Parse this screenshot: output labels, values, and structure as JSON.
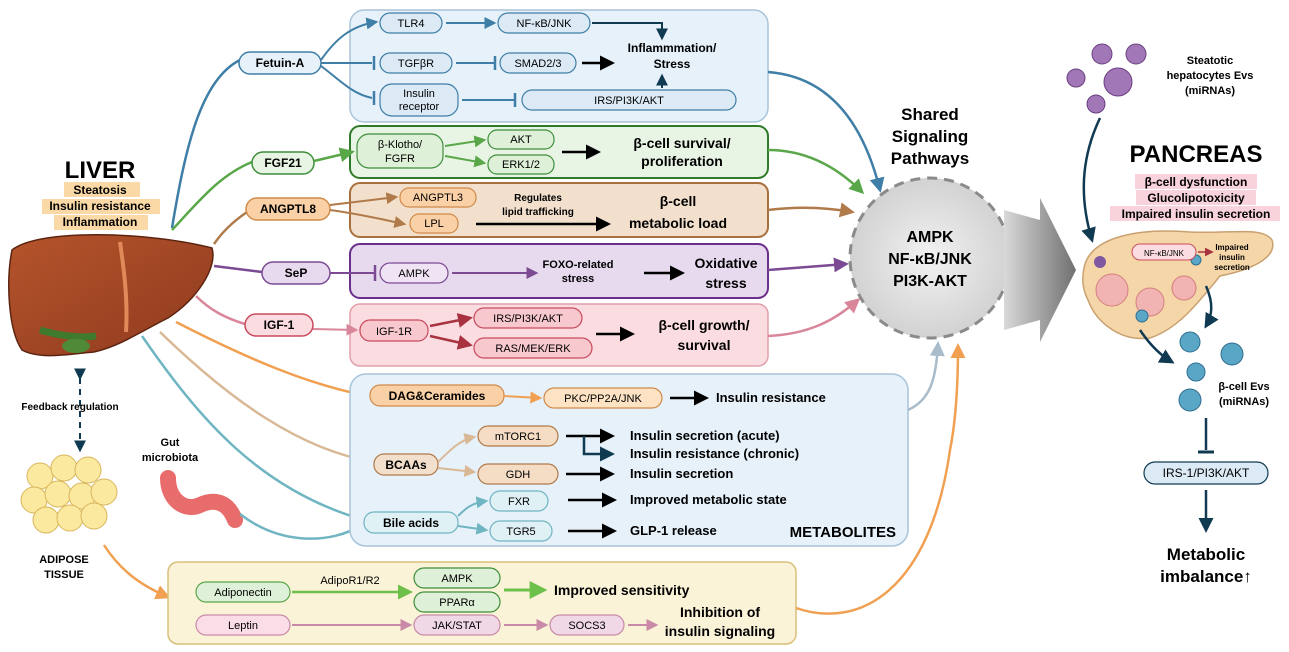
{
  "colors": {
    "blue": "#3f7ea6",
    "blue_fill": "#e6f1fa",
    "green": "#3e8e3a",
    "green_fill": "#e9f5e4",
    "brown": "#b07a4a",
    "brown_fill": "#f2e0cc",
    "purple": "#7b4a93",
    "purple_fill": "#e7d9ee",
    "pink": "#c94a5d",
    "pink_fill": "#fbdde1",
    "orange": "#f0a050",
    "tan": "#d9b896",
    "teal": "#6fb5c2",
    "cream_fill": "#fbf3d8",
    "navy": "#103a52"
  },
  "liver": {
    "title": "LIVER",
    "features": [
      "Steatosis",
      "Insulin resistance",
      "Inflammation"
    ]
  },
  "feedback": "Feedback regulation",
  "adipose": [
    "ADIPOSE",
    "TISSUE"
  ],
  "gut": [
    "Gut",
    "microbiota"
  ],
  "hepatokines": {
    "fetuin": "Fetuin-A",
    "fgf21": "FGF21",
    "angptl8": "ANGPTL8",
    "sep": "SeP",
    "igf1": "IGF-1"
  },
  "fetuin_box": {
    "tlr4": "TLR4",
    "nfkb": "NF-κB/JNK",
    "tgfbr": "TGFβR",
    "smad": "SMAD2/3",
    "insulin_receptor": [
      "Insulin",
      "receptor"
    ],
    "irs": "IRS/PI3K/AKT",
    "outcome": [
      "Inflammmation/",
      "Stress"
    ]
  },
  "fgf_box": {
    "klotho": [
      "β-Klotho/",
      "FGFR"
    ],
    "akt": "AKT",
    "erk": "ERK1/2",
    "outcome": [
      "β-cell survival/",
      "proliferation"
    ]
  },
  "angptl_box": {
    "angptl3": "ANGPTL3",
    "lpl": "LPL",
    "note": [
      "Regulates",
      "lipid trafficking"
    ],
    "outcome": [
      "β-cell",
      "metabolic load"
    ]
  },
  "sep_box": {
    "ampk": "AMPK",
    "mid": [
      "FOXO-related",
      "stress"
    ],
    "outcome": [
      "Oxidative",
      "stress"
    ]
  },
  "igf_box": {
    "igf1r": "IGF-1R",
    "irs": "IRS/PI3K/AKT",
    "ras": "RAS/MEK/ERK",
    "outcome": [
      "β-cell growth/",
      "survival"
    ]
  },
  "metabolites_box": {
    "dag": "DAG&Ceramides",
    "pkc": "PKC/PP2A/JNK",
    "pkc_out": "Insulin resistance",
    "bcaas": "BCAAs",
    "mtorc1": "mTORC1",
    "mtor_out1": "Insulin secretion (acute)",
    "mtor_out2": "Insulin resistance (chronic)",
    "gdh": "GDH",
    "gdh_out": "Insulin secretion",
    "bile": "Bile acids",
    "fxr": "FXR",
    "fxr_out": "Improved metabolic state",
    "tgr5": "TGR5",
    "tgr5_out": "GLP-1 release",
    "label": "METABOLITES"
  },
  "adipokine_box": {
    "adiponectin": "Adiponectin",
    "receptor": "AdipoR1/R2",
    "ampk": "AMPK",
    "ppar": "PPARα",
    "out1": "Improved sensitivity",
    "leptin": "Leptin",
    "jak": "JAK/STAT",
    "socs3": "SOCS3",
    "out2": [
      "Inhibition of",
      "insulin signaling"
    ]
  },
  "shared": {
    "title": [
      "Shared",
      "Signaling",
      "Pathways"
    ],
    "pathways": [
      "AMPK",
      "NF-κB/JNK",
      "PI3K-AKT"
    ]
  },
  "pancreas": {
    "title": "PANCREAS",
    "features": [
      "β-cell dysfunction",
      "Glucolipotoxicity",
      "Impaired insulin secretion"
    ],
    "evs_top": [
      "Steatotic",
      "hepatocytes Evs",
      "(miRNAs)"
    ],
    "inner_nfkb": "NF-κB/JNK",
    "inner_out": [
      "Impaired",
      "insulin",
      "secretion"
    ],
    "evs_bottom": [
      "β-cell Evs",
      "(miRNAs)"
    ],
    "irs": "IRS-1/PI3K/AKT",
    "outcome": [
      "Metabolic",
      "imbalance↑"
    ]
  }
}
